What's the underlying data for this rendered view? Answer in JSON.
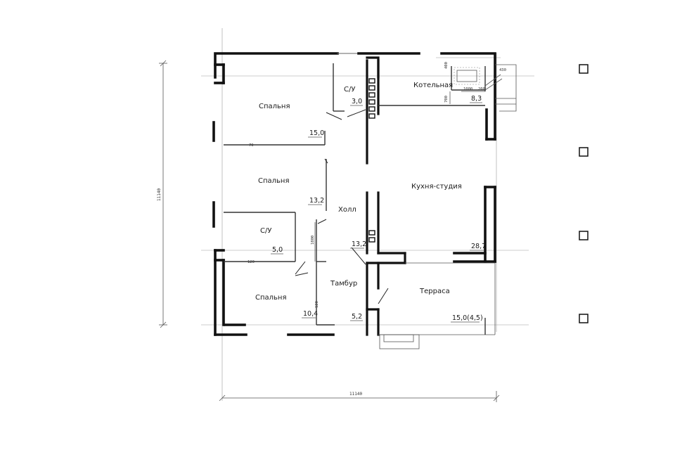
{
  "rooms": {
    "bedroom1": {
      "name": "Спальня",
      "area": "15,0"
    },
    "bathroom1": {
      "name": "С/У",
      "area": "3,0"
    },
    "boiler": {
      "name": "Котельная",
      "area": "8,3"
    },
    "bedroom2": {
      "name": "Спальня",
      "area": "13,2"
    },
    "kitchen": {
      "name": "Кухня-студия",
      "area": "28,7"
    },
    "hall": {
      "name": "Холл",
      "area": "13,2"
    },
    "bathroom2": {
      "name": "С/У",
      "area": "5,0"
    },
    "bedroom3": {
      "name": "Спальня",
      "area": "10,4"
    },
    "vestibule": {
      "name": "Тамбур",
      "area": "5,2"
    },
    "terrace": {
      "name": "Терраса",
      "area": "15,0(4,5)"
    }
  },
  "dimensions": {
    "overall_width": "11140",
    "overall_height": "11140",
    "hall_partition": "1800",
    "boiler_width": "1000",
    "boiler_depth": "700",
    "boiler_side": "200",
    "boiler_top": "400",
    "stair_offset": "430",
    "small_a": "70",
    "small_b": "120",
    "small_c": "120"
  },
  "legend": {
    "items": [
      "",
      "",
      "",
      ""
    ]
  }
}
